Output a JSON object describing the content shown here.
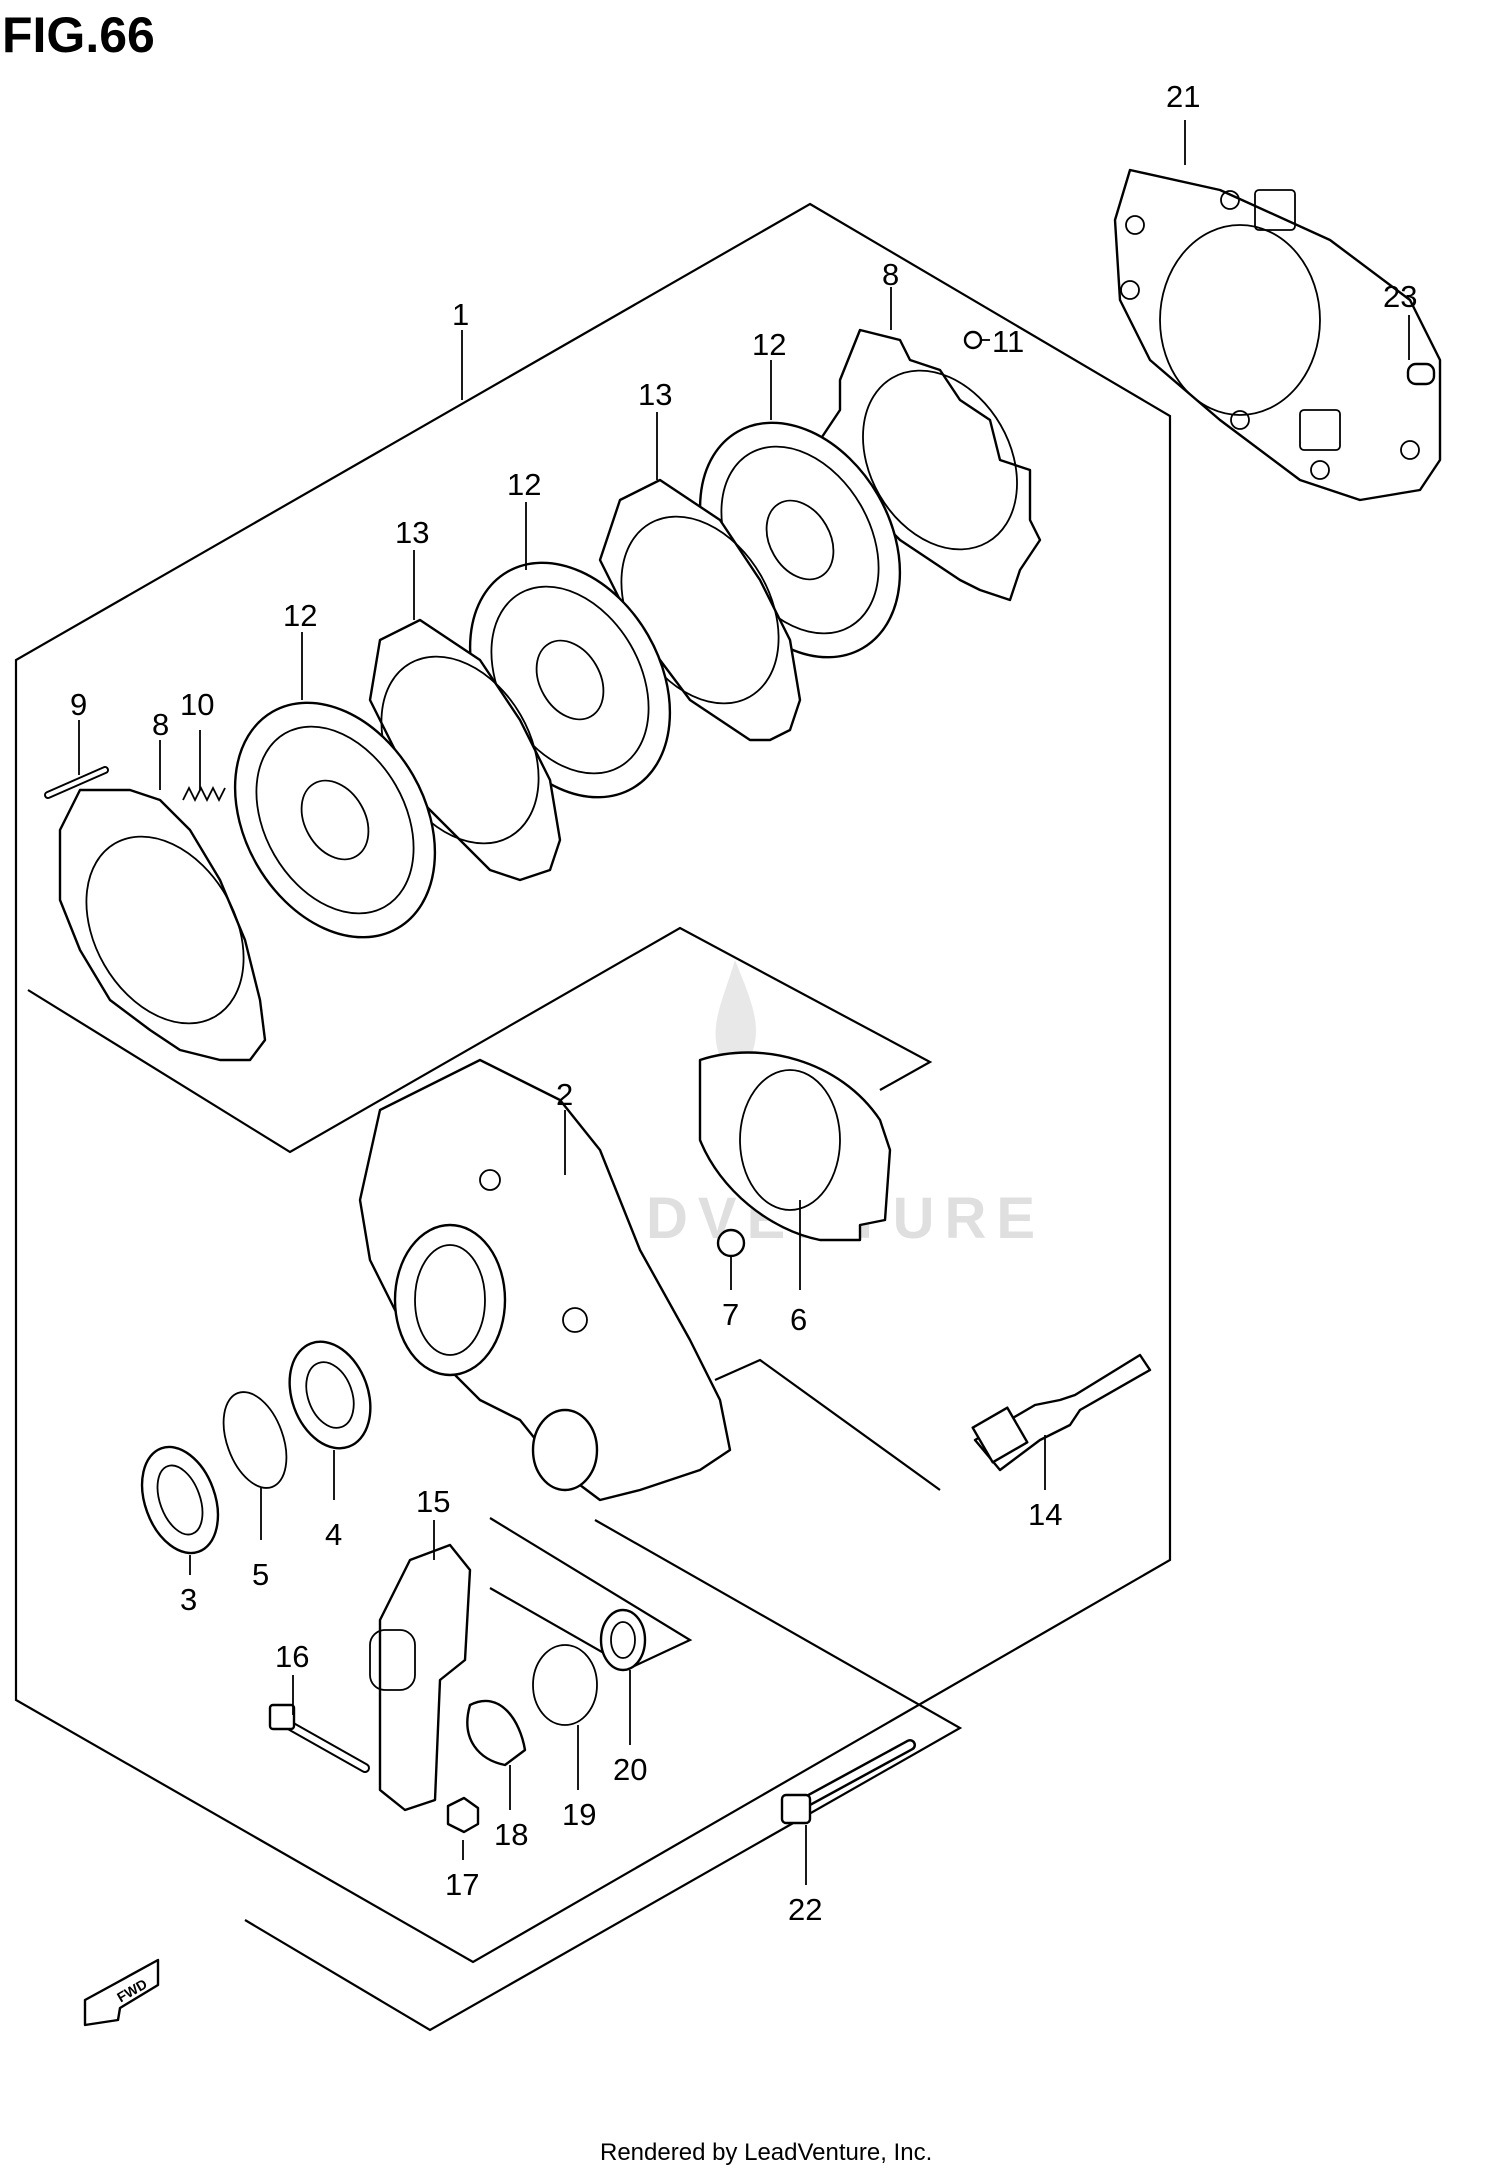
{
  "figure": {
    "title": "FIG.66",
    "footer": "Rendered by LeadVenture, Inc.",
    "watermark": "LEADVENTURE",
    "direction_label": "FWD"
  },
  "callouts": {
    "c1": "1",
    "c2": "2",
    "c3": "3",
    "c4": "4",
    "c5": "5",
    "c6": "6",
    "c7": "7",
    "c8a": "8",
    "c8b": "8",
    "c9": "9",
    "c10": "10",
    "c11": "11",
    "c12a": "12",
    "c12b": "12",
    "c12c": "12",
    "c13a": "13",
    "c13b": "13",
    "c14": "14",
    "c15": "15",
    "c16": "16",
    "c17": "17",
    "c18": "18",
    "c19": "19",
    "c20": "20",
    "c21": "21",
    "c22": "22",
    "c23": "23"
  }
}
